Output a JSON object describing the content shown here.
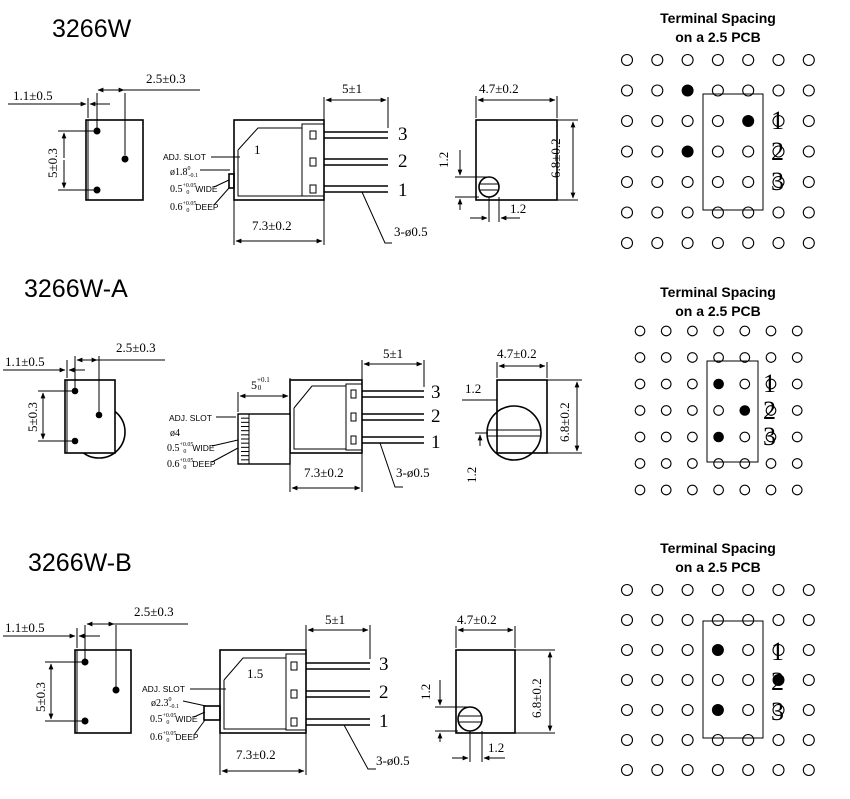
{
  "sections": [
    {
      "title": "3266W",
      "front": {
        "side": "1.1±0.5",
        "top": "2.5±0.3",
        "height": "5±0.3"
      },
      "side": {
        "adj": "ADJ. SLOT",
        "adj_num": "1",
        "dia_base": "ø1.8",
        "dia_sup": "0",
        "dia_sub": "-0.1",
        "wide_base": "0.5",
        "wide_sup": "+0.05",
        "wide_sub": "0",
        "wide_word": "WIDE",
        "deep_base": "0.6",
        "deep_sup": "+0.05",
        "deep_sub": "0",
        "deep_word": "DEEP",
        "lead": "5±1",
        "len": "7.3±0.2",
        "pins": "3-ø0.5",
        "p3": "3",
        "p2": "2",
        "p1": "1"
      },
      "end": {
        "w": "4.7±0.2",
        "h": "6.8±0.2",
        "a": "1.2",
        "b": "1.2"
      },
      "pcb": {
        "l1": "Terminal Spacing",
        "l2": "on a 2.5 PCB",
        "n1": "1",
        "n2": "2",
        "n3": "3"
      }
    },
    {
      "title": "3266W-A",
      "front": {
        "side": "1.1±0.5",
        "top": "2.5±0.3",
        "height": "5±0.3"
      },
      "side": {
        "adj": "ADJ. SLOT",
        "dia_base": "ø4",
        "wide_base": "0.5",
        "wide_sup": "+0.05",
        "wide_sub": "0",
        "wide_word": "WIDE",
        "deep_base": "0.6",
        "deep_sup": "+0.05",
        "deep_sub": "0",
        "deep_word": "DEEP",
        "knob_base": "5",
        "knob_sup": "+0.1",
        "knob_sub": "0",
        "lead": "5±1",
        "len": "7.3±0.2",
        "pins": "3-ø0.5",
        "p3": "3",
        "p2": "2",
        "p1": "1"
      },
      "end": {
        "w": "4.7±0.2",
        "h": "6.8±0.2",
        "a": "1.2",
        "b": "1.2"
      },
      "pcb": {
        "l1": "Terminal Spacing",
        "l2": "on a 2.5 PCB",
        "n1": "1",
        "n2": "2",
        "n3": "3"
      }
    },
    {
      "title": "3266W-B",
      "front": {
        "side": "1.1±0.5",
        "top": "2.5±0.3",
        "height": "5±0.3"
      },
      "side": {
        "adj": "ADJ. SLOT",
        "adj_num": "1.5",
        "dia_base": "ø2.3",
        "dia_sup": "0",
        "dia_sub": "-0.1",
        "wide_base": "0.5",
        "wide_sup": "+0.05",
        "wide_sub": "0",
        "wide_word": "WIDE",
        "deep_base": "0.6",
        "deep_sup": "+0.05",
        "deep_sub": "0",
        "deep_word": "DEEP",
        "lead": "5±1",
        "len": "7.3±0.2",
        "pins": "3-ø0.5",
        "p3": "3",
        "p2": "2",
        "p1": "1"
      },
      "end": {
        "w": "4.7±0.2",
        "h": "6.8±0.2",
        "a": "1.2",
        "b": "1.2"
      },
      "pcb": {
        "l1": "Terminal Spacing",
        "l2": "on a 2.5 PCB",
        "n1": "1",
        "n2": "2",
        "n3": "3"
      }
    }
  ]
}
